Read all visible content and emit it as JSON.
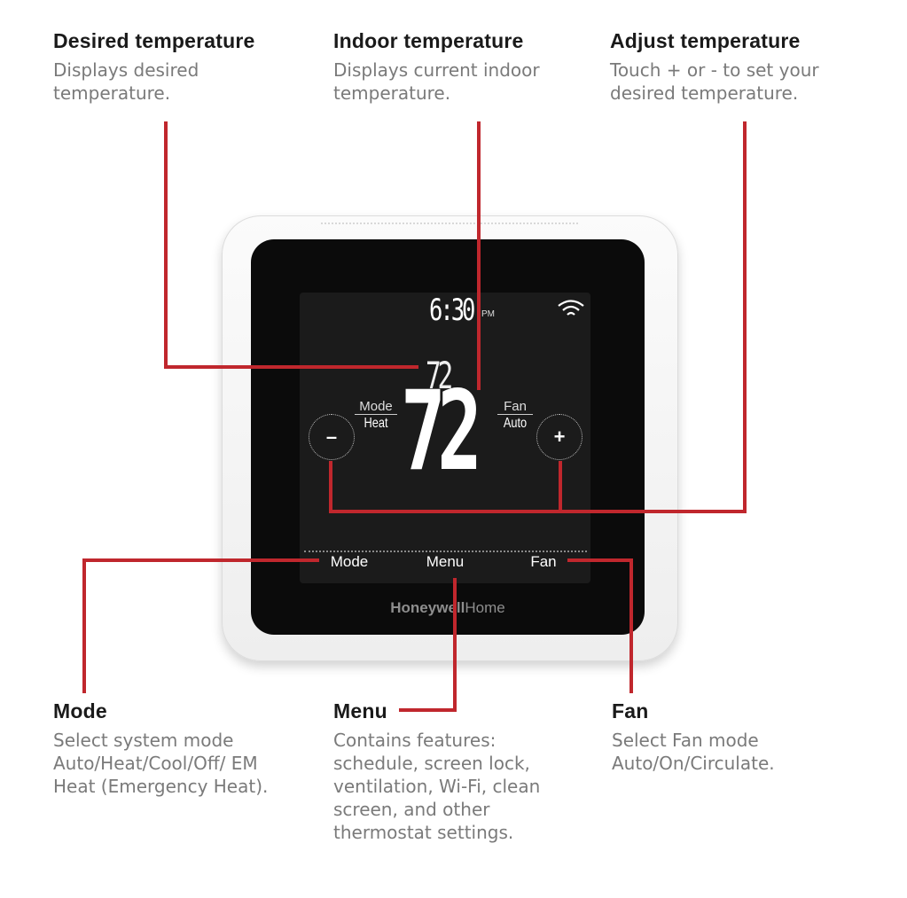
{
  "callouts": {
    "desired": {
      "title": "Desired temperature",
      "text": "Displays desired temperature."
    },
    "indoor": {
      "title": "Indoor temperature",
      "text": "Displays current indoor temperature."
    },
    "adjust": {
      "title": "Adjust temperature",
      "text": "Touch + or - to set your desired temperature."
    },
    "mode": {
      "title": "Mode",
      "text": "Select system mode Auto/Heat/Cool/Off/ EM Heat (Emergency Heat)."
    },
    "menu": {
      "title": "Menu",
      "text": "Contains features: schedule, screen lock, ventilation, Wi-Fi, clean screen, and other thermostat settings."
    },
    "fan": {
      "title": "Fan",
      "text": "Select Fan mode Auto/On/Circulate."
    }
  },
  "display": {
    "time": "6:30",
    "ampm": "PM",
    "setpoint": "72",
    "indoor_temp": "72",
    "mode_label": "Mode",
    "mode_value": "Heat",
    "fan_label": "Fan",
    "fan_value": "Auto",
    "minus": "–",
    "plus": "+",
    "softkeys": {
      "mode": "Mode",
      "menu": "Menu",
      "fan": "Fan"
    },
    "wifi_icon": "wifi-icon"
  },
  "brand": {
    "bold": "Honeywell",
    "light": "Home"
  },
  "colors": {
    "leader_line": "#c0272d",
    "screen": "#1b1b1b",
    "bezel": "#0b0b0b"
  }
}
